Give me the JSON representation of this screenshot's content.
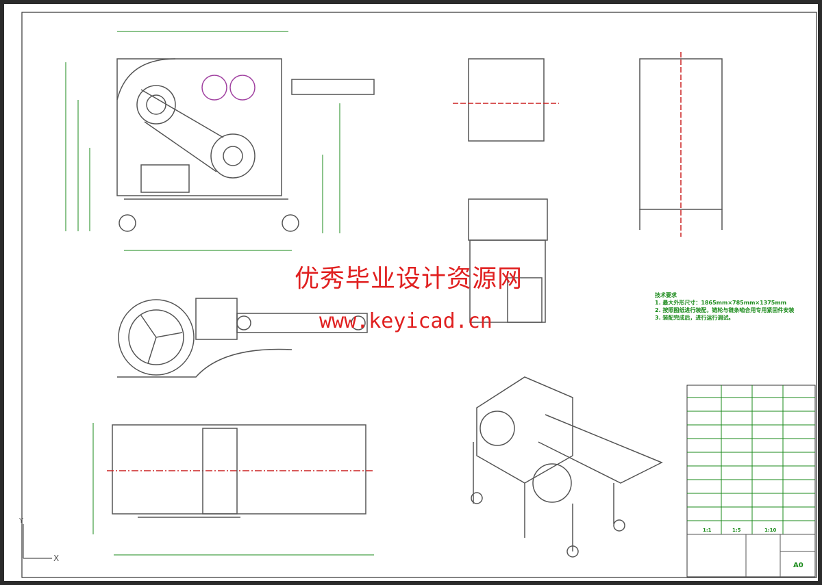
{
  "watermark": {
    "line1": "优秀毕业设计资源网",
    "line2": "www.keyicad.cn"
  },
  "technical_requirements": {
    "title": "技术要求",
    "items": [
      "1. 最大外形尺寸：1865mm×785mm×1375mm",
      "2. 按照图纸进行装配，链轮与链条啮合用专用紧固件安装",
      "3. 装配完成后，进行运行调试。"
    ]
  },
  "title_block": {
    "scale_1": "1:1",
    "scale_2": "1:5",
    "scale_3": "1:10",
    "sheet_size": "A0"
  },
  "ucs": {
    "x_label": "X",
    "y_label": "Y"
  },
  "colors": {
    "line": "#555555",
    "dim": "#1a8a1a",
    "center": "#cc2222",
    "watermark": "#e02020"
  }
}
